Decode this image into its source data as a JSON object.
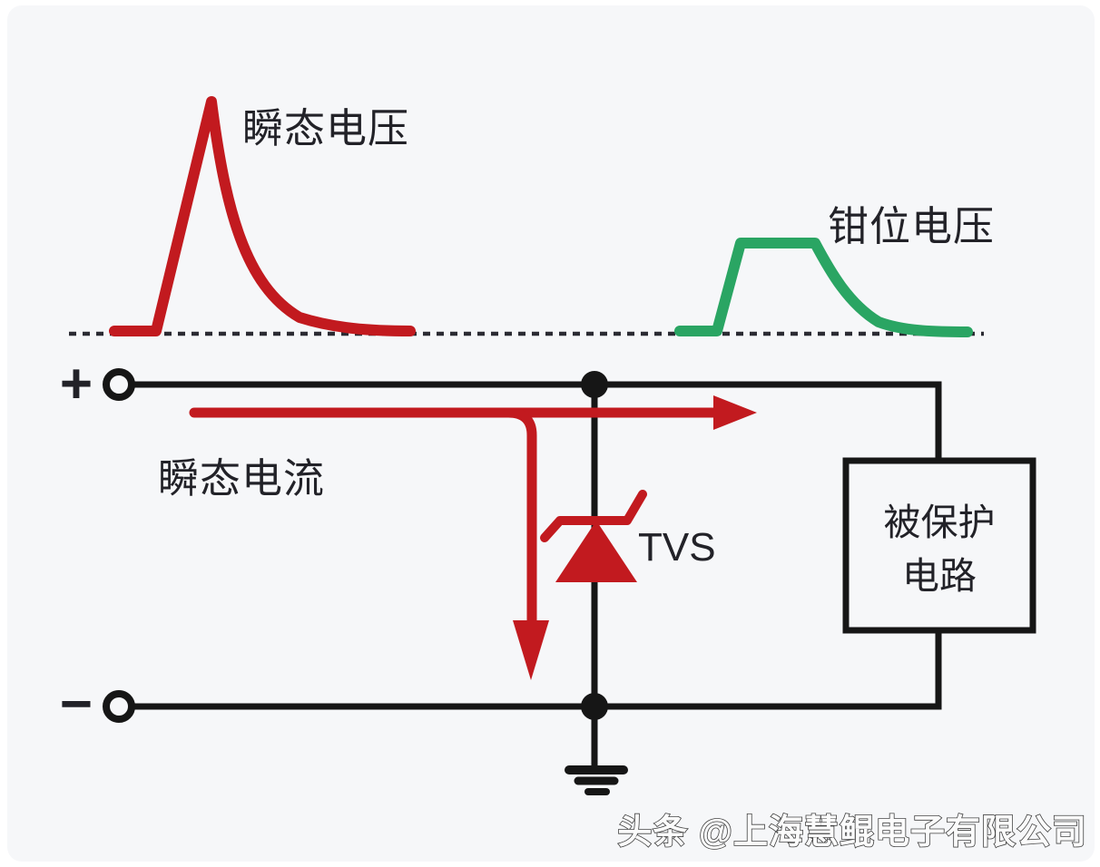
{
  "waveforms": {
    "transient_voltage_label": "瞬态电压",
    "clamping_voltage_label": "钳位电压"
  },
  "circuit": {
    "transient_current_label": "瞬态电流",
    "tvs_label": "TVS",
    "protected_circuit_line1": "被保护",
    "protected_circuit_line2": "电路",
    "plus_terminal_label": "+",
    "minus_terminal_label": "−"
  },
  "watermark": {
    "text": "头条 @上海慧鲲电子有限公司"
  },
  "colors": {
    "surge_red": "#c21a1f",
    "clamp_green": "#2aa563",
    "wire_black": "#161616",
    "background": "#f6f7f9"
  }
}
